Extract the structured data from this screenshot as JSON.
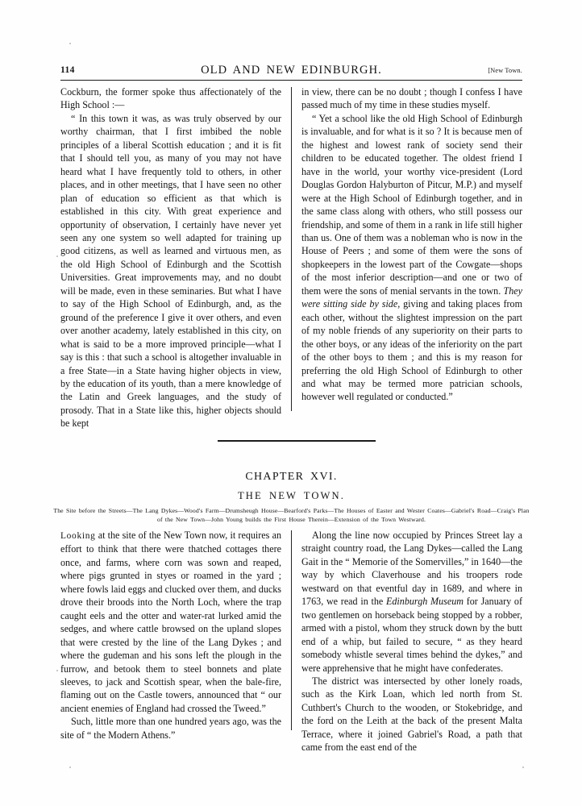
{
  "running_head": {
    "folio": "114",
    "title": "OLD AND NEW EDINBURGH.",
    "signature": "[New Town."
  },
  "section_one": {
    "left_column": {
      "paragraphs": [
        "Cockburn, the former spoke thus affectionately of the High School :—",
        "“ In this town it was, as was truly observed by our worthy chairman, that I first imbibed the noble principles of a liberal Scottish education ; and it is fit that I should tell you, as many of you may not have heard what I have frequently told to others, in other places, and in other meetings, that I have seen no other plan of education so efficient as that which is established in this city. With great experience and opportunity of observation, I certainly have never yet seen any one system so well adapted for training up good citizens, as well as learned and virtuous men, as the old High School of Edinburgh and the Scottish Universities. Great improvements may, and no doubt will be made, even in these seminaries. But what I have to say of the High School of Edinburgh, and, as the ground of the preference I give it over others, and even over another academy, lately established in this city, on what is said to be a more improved principle—what I say is this : that such a school is altogether invaluable in a free State—in a State having higher objects in view, by the education of its youth, than a mere knowledge of the Latin and Greek languages, and the study of prosody. That in a State like this, higher objects should be kept"
      ]
    },
    "right_column": {
      "paragraphs": [
        "in view, there can be no doubt ; though I confess I have passed much of my time in these studies myself.",
        "“ Yet a school like the old High School of Edinburgh is invaluable, and for what is it so ? It is because men of the highest and lowest rank of society send their children to be educated together. The oldest friend I have in the world, your worthy vice-president (Lord Douglas Gordon Halyburton of Pitcur, M.P.) and myself were at the High School of Edinburgh together, and in the same class along with others, who still possess our friendship, and some of them in a rank in life still higher than us. One of them was a nobleman who is now in the House of Peers ; and some of them were the sons of shopkeepers in the lowest part of the Cowgate—shops of the most inferior description—and one or two of them were the sons of menial servants in the town. "
      ],
      "italic_phrase": "They were sitting side by side,",
      "paragraph_tail": " giving and taking places from each other, without the slightest impression on the part of my noble friends of any superiority on their parts to the other boys, or any ideas of the inferiority on the part of the other boys to them ; and this is my reason for preferring the old High School of Edinburgh to other and what may be termed more patrician schools, however well regulated or conducted.”"
    }
  },
  "chapter": {
    "number": "CHAPTER XVI.",
    "title": "THE NEW TOWN.",
    "synopsis": "The Site before the Streets—The Lang Dykes—Wood's Farm—Drumsheugh House—Bearford's Parks—The Houses of Easter and Wester Coates—Gabriel's Road—Craig's Plan of the New Town—John Young builds the First House Therein—Extension of the Town Westward."
  },
  "section_two": {
    "left_column": {
      "opening_words": "Looking",
      "opening_rest": " at the site of the New Town now, it requires an effort to think that there were thatched cottages there once, and farms, where corn was sown and reaped, where pigs grunted in styes or roamed in the yard ; where fowls laid eggs and clucked over them, and ducks drove their broods into the North Loch, where the trap caught eels and the otter and water-rat lurked amid the sedges, and where cattle browsed on the upland slopes that were crested by the line of the Lang Dykes ; and where the gudeman and his sons left the plough in the furrow, and betook them to steel bonnets and plate sleeves, to jack and Scottish spear, when the bale-fire, flaming out on the Castle towers, announced that “ our ancient enemies of England had crossed the Tweed.”",
      "paragraph_two": "Such, little more than one hundred years ago, was the site of “ the Modern Athens.”"
    },
    "right_column": {
      "paragraph_one_a": "Along the line now occupied by Princes Street lay a straight country road, the Lang Dykes—called the Lang Gait in the “ Memorie of the Somervilles,” in 1640—the way by which Claverhouse and his troopers rode westward on that eventful day in 1689, and where in 1763, we read in the ",
      "italic_phrase": "Edinburgh Museum",
      "paragraph_one_b": " for January of two gentlemen on horseback being stopped by a robber, armed with a pistol, whom they struck down by the butt end of a whip, but failed to secure, “ as they heard somebody whistle several times behind the dykes,” and were apprehensive that he might have confederates.",
      "paragraph_two": "The district was intersected by other lonely roads, such as the Kirk Loan, which led north from St. Cuthbert's Church to the wooden, or Stokebridge, and the ford on the Leith at the back of the present Malta Terrace, where it joined Gabriel's Road, a path that came from the east end of the"
    }
  },
  "colors": {
    "page_background": "#fefefe",
    "ink": "#141414",
    "rule": "#1b1b1b"
  }
}
